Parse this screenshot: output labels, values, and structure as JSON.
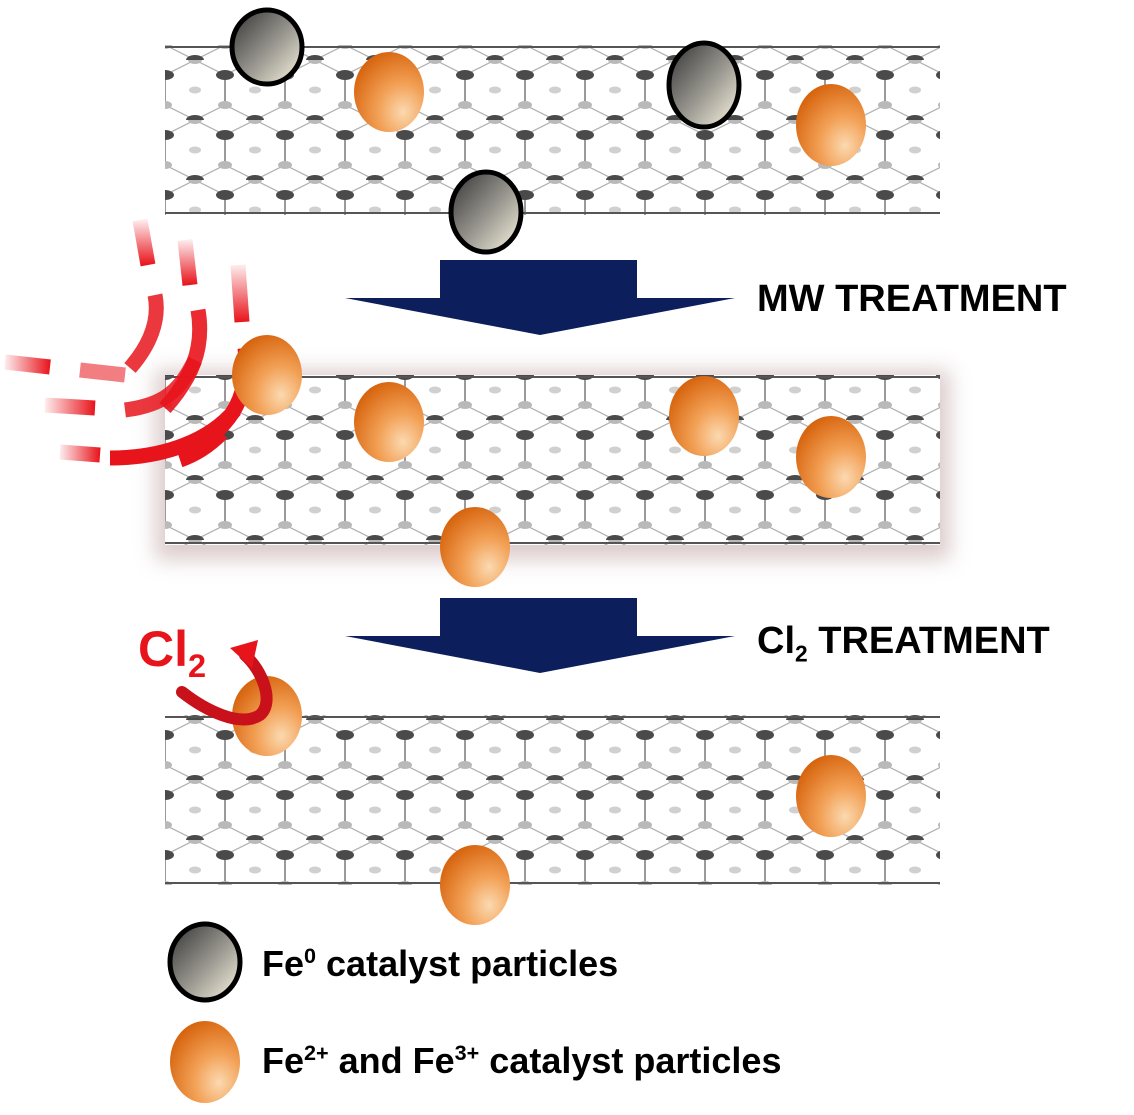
{
  "steps": [
    {
      "label_main": "MW TREATMENT",
      "sub": ""
    },
    {
      "label_prefix": "Cl",
      "label_sub": "2",
      "label_rest": " TREATMENT"
    }
  ],
  "cl2_annotation": {
    "main": "Cl",
    "sub": "2"
  },
  "legend": [
    {
      "icon": "fe0-particle-icon",
      "prefix": "Fe",
      "sup": "0",
      "text": " catalyst particles"
    },
    {
      "icon": "fe23-particle-icon",
      "prefix": "Fe",
      "sup": "2+",
      "mid": " and Fe",
      "sup2": "3+",
      "text": " catalyst particles"
    }
  ],
  "colors": {
    "arrow": "#0c1f5c",
    "microwave": "#e8141c",
    "orange_particle": "#e0731a",
    "gray_particle": "#6b6b6b",
    "cl2_text": "#e8141c"
  }
}
